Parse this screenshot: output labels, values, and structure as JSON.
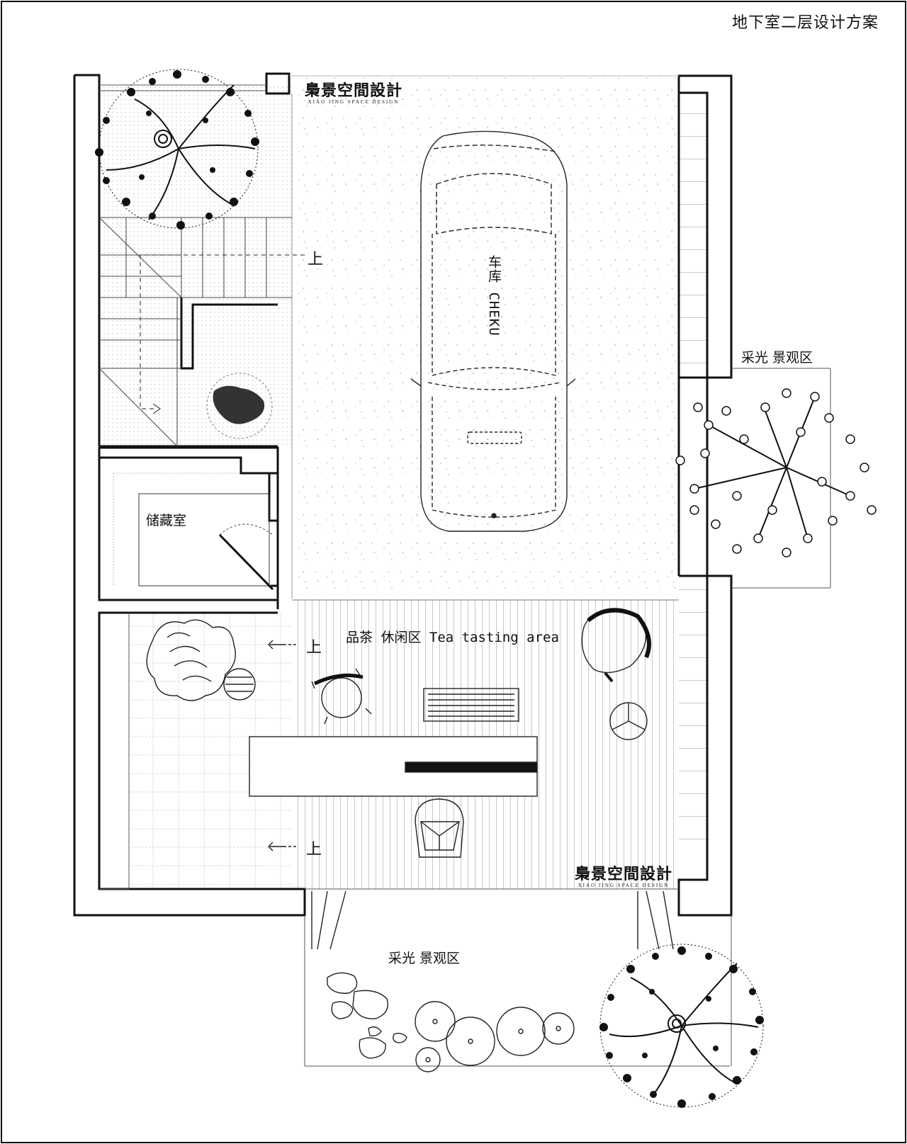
{
  "title": "地下室二层设计方案",
  "brand": {
    "zh": "梟景空間設計",
    "en": "XIAO JING SPACE DESIGN"
  },
  "rooms": {
    "garage": "车库 CHEKU",
    "storage": "储藏室",
    "tea_area": "品茶 休闲区 Tea tasting area",
    "light_landscape_right": "采光 景观区",
    "light_landscape_bottom": "采光 景观区"
  },
  "stair_marks": {
    "up_1": "上",
    "up_2": "上",
    "up_3": "上"
  },
  "icons": [
    "tree-icon",
    "blossom-tree-icon",
    "car-icon",
    "chair-icon",
    "stone-icon",
    "shrub-icon"
  ]
}
